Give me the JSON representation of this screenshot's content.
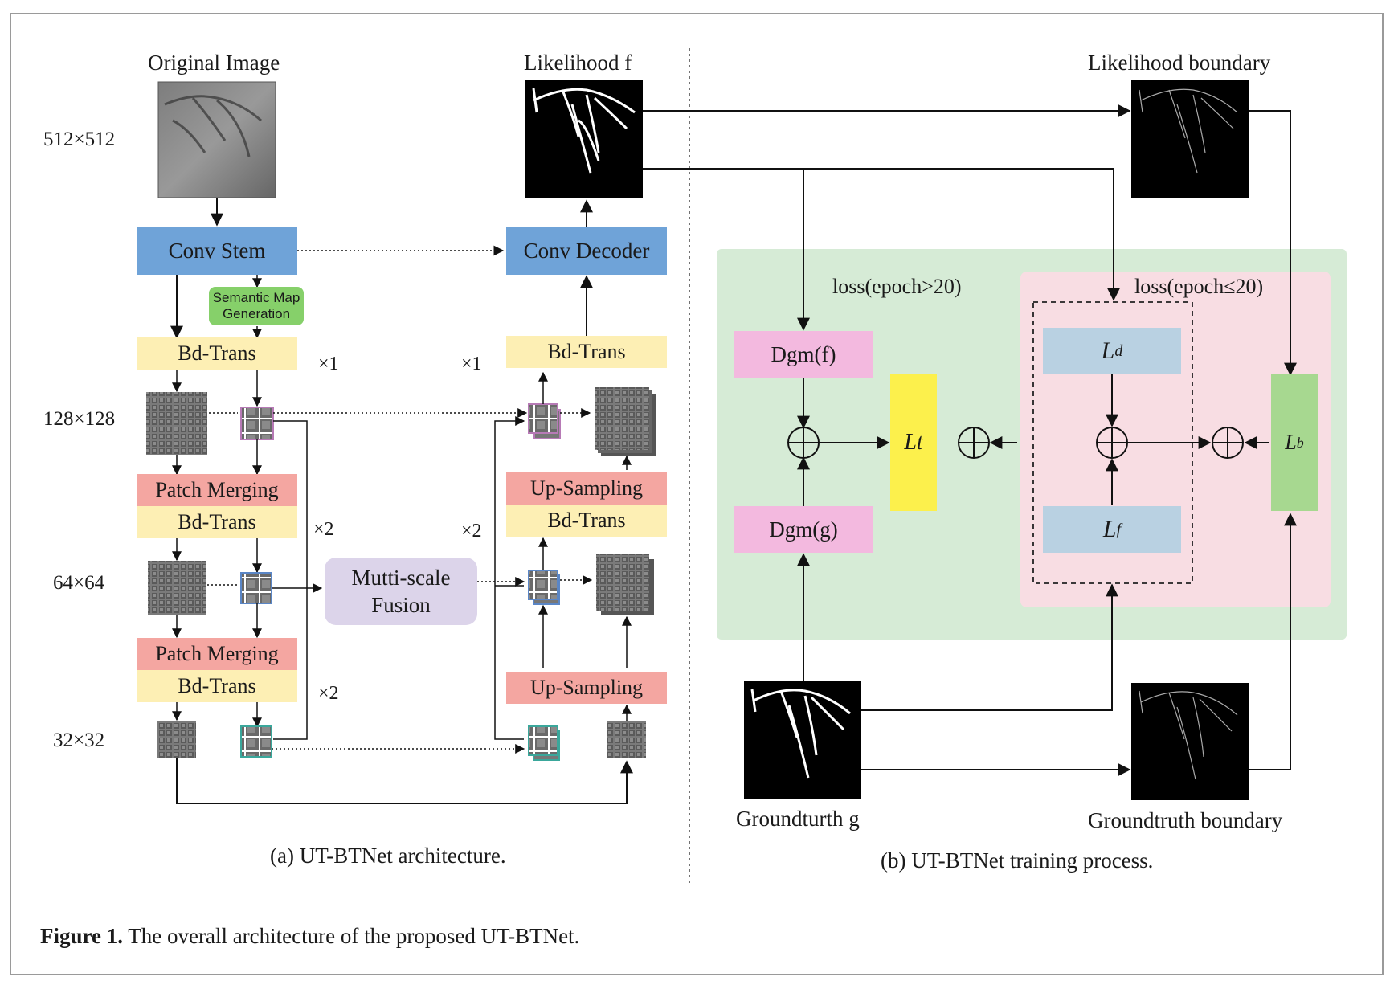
{
  "part_a": {
    "original_image_title": "Original Image",
    "likelihood_title": "Likelihood f",
    "sizes": [
      "512×512",
      "128×128",
      "64×64",
      "32×32"
    ],
    "conv_stem": "Conv Stem",
    "conv_decoder": "Conv Decoder",
    "semantic_map": "Semantic Map Generation",
    "bd_trans": "Bd-Trans",
    "patch_merging": "Patch Merging",
    "up_sampling": "Up-Sampling",
    "fusion": "Mutti-scale Fusion",
    "multipliers": [
      "×1",
      "×1",
      "×2",
      "×2",
      "×2"
    ],
    "caption": "(a) UT-BTNet architecture."
  },
  "part_b": {
    "likelihood_boundary": "Likelihood boundary",
    "loss_green": "loss(epoch>20)",
    "loss_pink": "loss(epoch≤20)",
    "dgm_f": "Dgm(f)",
    "dgm_g": "Dgm(g)",
    "lt": "Lt",
    "ld_base": "L",
    "ld_sub": "d",
    "lf_base": "L",
    "lf_sub": "f",
    "lb_base": "L",
    "lb_sub": "b",
    "groundtruth": "Groundturth g",
    "groundtruth_boundary": "Groundtruth boundary",
    "caption": "(b) UT-BTNet training process."
  },
  "figure_caption": {
    "label": "Figure 1.",
    "text": " The overall architecture of the proposed UT-BTNet."
  },
  "colors": {
    "blue_block": "#6fa3d8",
    "yellow_block": "#fdefb4",
    "red_block": "#f4a6a1",
    "green_sem": "#86d06a",
    "fusion": "#dcd4ea",
    "green_region": "#d6ebd6",
    "pink_region": "#f8dde3",
    "dgm_pink": "#f3b9df",
    "lt_yellow": "#fcf04c",
    "l_blue": "#b9d1e2",
    "lb_green": "#a7d890"
  }
}
